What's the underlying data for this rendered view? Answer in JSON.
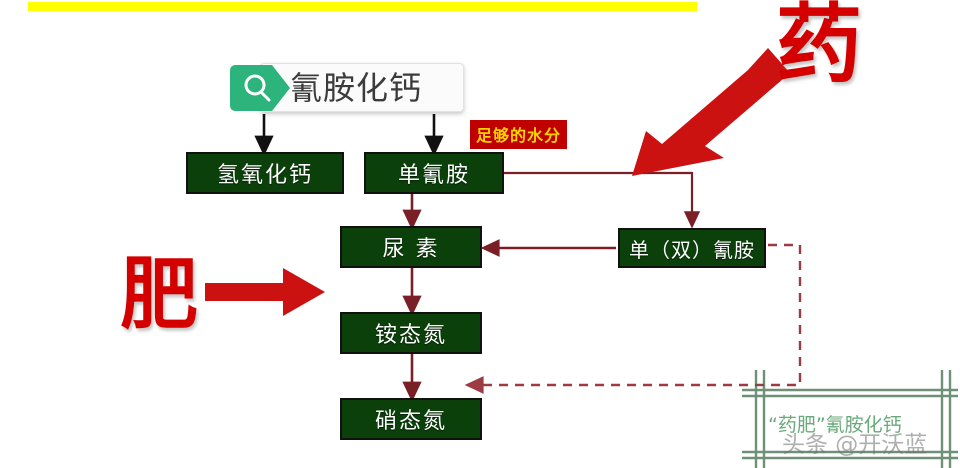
{
  "page": {
    "background_color": "#ffffff",
    "top_bar_color": "#ffff00"
  },
  "search": {
    "query_text": "氰胺化钙",
    "icon": "search-icon",
    "tag_color": "#2db37c",
    "field_background": "#fbfbfb"
  },
  "flow": {
    "box_fill": "#0b400b",
    "box_border": "#111111",
    "box_text_color": "#ffffff",
    "boxes": [
      {
        "id": "calcium-hydroxide",
        "label": "氢氧化钙"
      },
      {
        "id": "monocyanamide",
        "label": "单氰胺"
      },
      {
        "id": "urea",
        "label": "尿  素"
      },
      {
        "id": "ammonium-nitrogen",
        "label": "铵态氮"
      },
      {
        "id": "nitrate-nitrogen",
        "label": "硝态氮"
      },
      {
        "id": "di-cyanamide",
        "label": "单（双）氰胺"
      }
    ],
    "note_label": {
      "text": "足够的水分",
      "background": "#c00000",
      "color": "#ffd400"
    },
    "arrow_color_black": "#111111",
    "arrow_color_maroon": "#7b1f26",
    "dashed_color": "#9c3b42"
  },
  "annotations": {
    "medicine_char": "药",
    "fertilizer_char": "肥",
    "accent_red": "#d40000",
    "arrow_red": "#cc1111"
  },
  "watermark": {
    "green_text": "“药肥”氰胺化钙",
    "gray_text": "头条 @开沃蓝",
    "green_color": "#4f9b63",
    "gray_color": "#6f6f6f"
  }
}
